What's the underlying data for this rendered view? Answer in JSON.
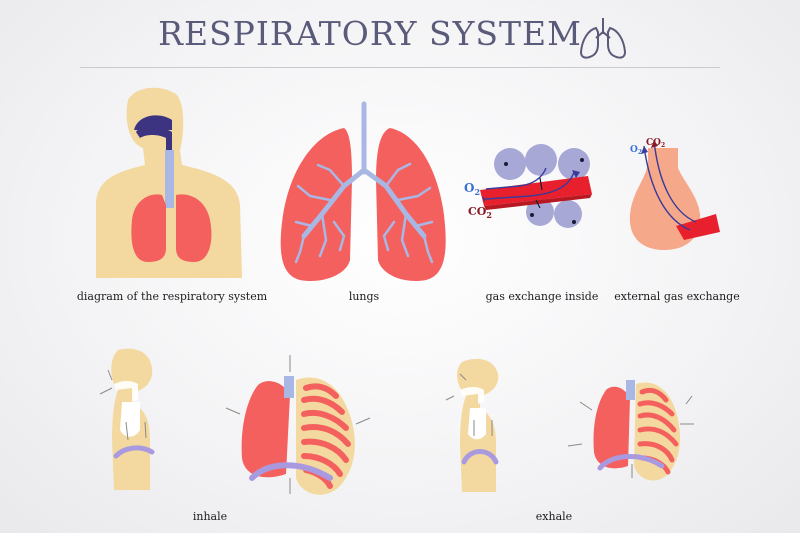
{
  "page": {
    "title": "RESPIRATORY SYSTEM",
    "title_icon": "lungs-icon"
  },
  "diagrams": {
    "respiratory_system": {
      "caption": "diagram of the respiratory system"
    },
    "lungs": {
      "caption": "lungs"
    },
    "gas_exchange_inside": {
      "caption": "gas exchange inside",
      "o2_label": "O",
      "o2_sub": "2",
      "co2_label": "CO",
      "co2_sub": "2"
    },
    "external_gas_exchange": {
      "caption": "external gas exchange",
      "o2_label": "O",
      "o2_sub": "2",
      "co2_label": "CO",
      "co2_sub": "2"
    },
    "inhale": {
      "caption": "inhale"
    },
    "exhale": {
      "caption": "exhale"
    }
  },
  "colors": {
    "skin": "#f3d9a0",
    "lung": "#f4605e",
    "airway": "#a9b7e4",
    "dark_airway": "#3c3480",
    "alveoli": "#a7a8d6",
    "vessel": "#e8202e",
    "diaphragm": "#a99ae0",
    "title": "#5a5a7a"
  }
}
